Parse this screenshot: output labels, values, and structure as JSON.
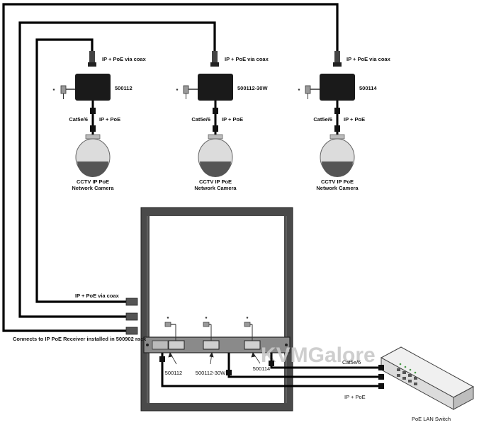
{
  "diagram": {
    "receivers": [
      {
        "model": "500112",
        "coax_label": "IP + PoE via coax",
        "cat_label": "Cat5e/6",
        "poe_label": "IP + PoE",
        "camera_line1": "CCTV IP PoE",
        "camera_line2": "Network Camera"
      },
      {
        "model": "500112-30W",
        "coax_label": "IP + PoE via coax",
        "cat_label": "Cat5e/6",
        "poe_label": "IP + PoE",
        "camera_line1": "CCTV IP PoE",
        "camera_line2": "Network Camera"
      },
      {
        "model": "500114",
        "coax_label": "IP + PoE via coax",
        "cat_label": "Cat5e/6",
        "poe_label": "IP + PoE",
        "camera_line1": "CCTV IP PoE",
        "camera_line2": "Network Camera"
      }
    ],
    "power_mark": "*",
    "rack": {
      "coax_label": "IP + PoE via coax",
      "connects_label": "Connects to IP PoE Receiver installed in 500902 rack",
      "transmitters": [
        "500112",
        "500112-30W",
        "500114"
      ]
    },
    "switch": {
      "cat_label": "Cat5e/6",
      "poe_label": "IP + PoE",
      "name": "PoE LAN Switch"
    },
    "watermark": "KVMGalore",
    "colors": {
      "cable": "#000000",
      "device": "#1a1a1a",
      "rack": "#3a3a3a",
      "switch_led": "#4a9a4a"
    }
  }
}
